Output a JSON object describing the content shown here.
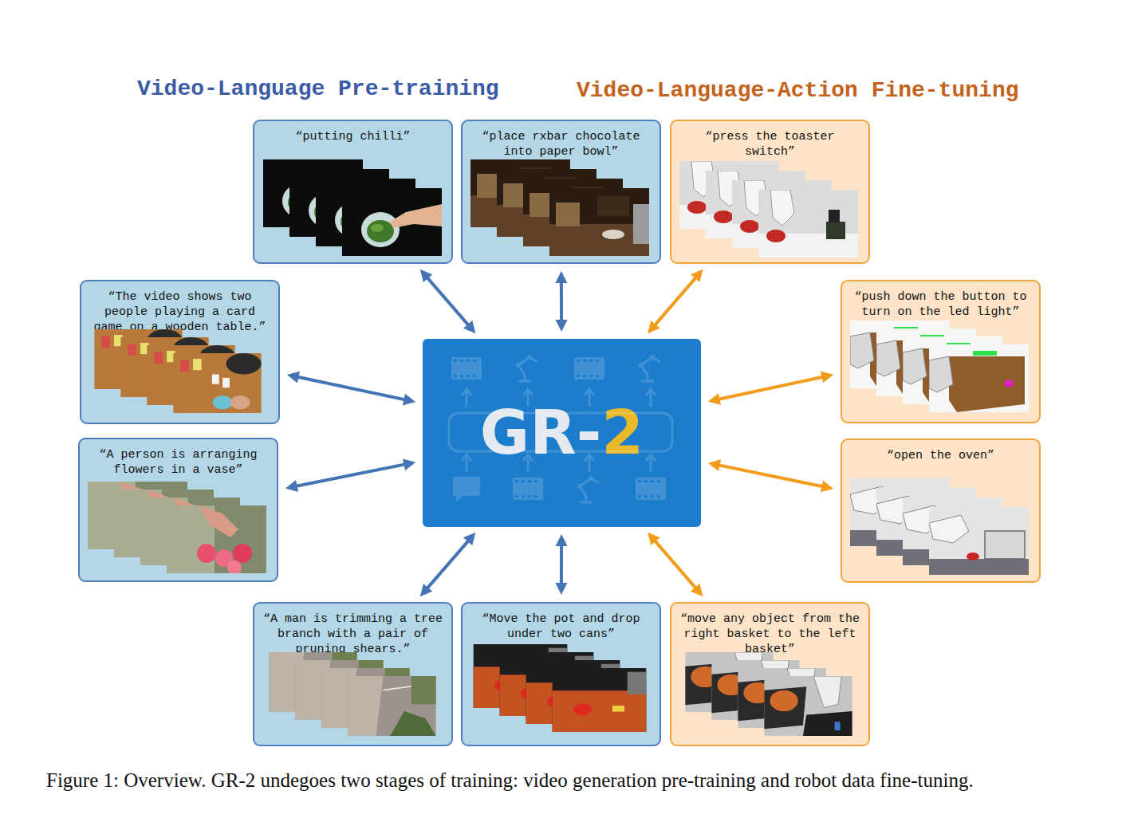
{
  "diagram": {
    "caption": "Figure 1: Overview. GR-2 undegoes two stages of training: video generation pre-training and robot data fine-tuning.",
    "nodes": [
      {
        "text": [
          "“putting chilli”"
        ]
      },
      {
        "text": [
          "“place rxbar chocolate into paper bowl”"
        ]
      },
      {
        "text": [
          "“press the toaster switch”"
        ]
      },
      {
        "text": [
          "“The video shows two people playing a card game on a wooden table.”"
        ]
      },
      {
        "text": [
          "“push down the button to turn on the led light”"
        ]
      },
      {
        "text": [
          "GR-2"
        ]
      },
      {
        "text": [
          "“A person is arranging flowers in a vase”"
        ]
      },
      {
        "text": [
          "“open the oven”"
        ]
      },
      {
        "text": [
          "“A man is trimming a tree branch with a pair of pruning shears.”"
        ]
      },
      {
        "text": [
          "“Move the pot and drop under two cans”"
        ]
      },
      {
        "text": [
          "“move any object from the right basket to the left basket”"
        ]
      }
    ],
    "edges": [
      {
        "from": 0,
        "to": 5,
        "arrow": "both"
      },
      {
        "from": 1,
        "to": 5,
        "arrow": "both"
      },
      {
        "from": 2,
        "to": 5,
        "arrow": "both"
      },
      {
        "from": 3,
        "to": 5,
        "arrow": "both"
      },
      {
        "from": 4,
        "to": 5,
        "arrow": "both"
      },
      {
        "from": 6,
        "to": 5,
        "arrow": "both"
      },
      {
        "from": 7,
        "to": 5,
        "arrow": "both"
      },
      {
        "from": 8,
        "to": 5,
        "arrow": "both"
      },
      {
        "from": 9,
        "to": 5,
        "arrow": "both"
      },
      {
        "from": 10,
        "to": 5,
        "arrow": "both"
      }
    ],
    "labels": [
      "Video-Language Pre-training",
      "Video-Language-Action Fine-tuning"
    ]
  }
}
